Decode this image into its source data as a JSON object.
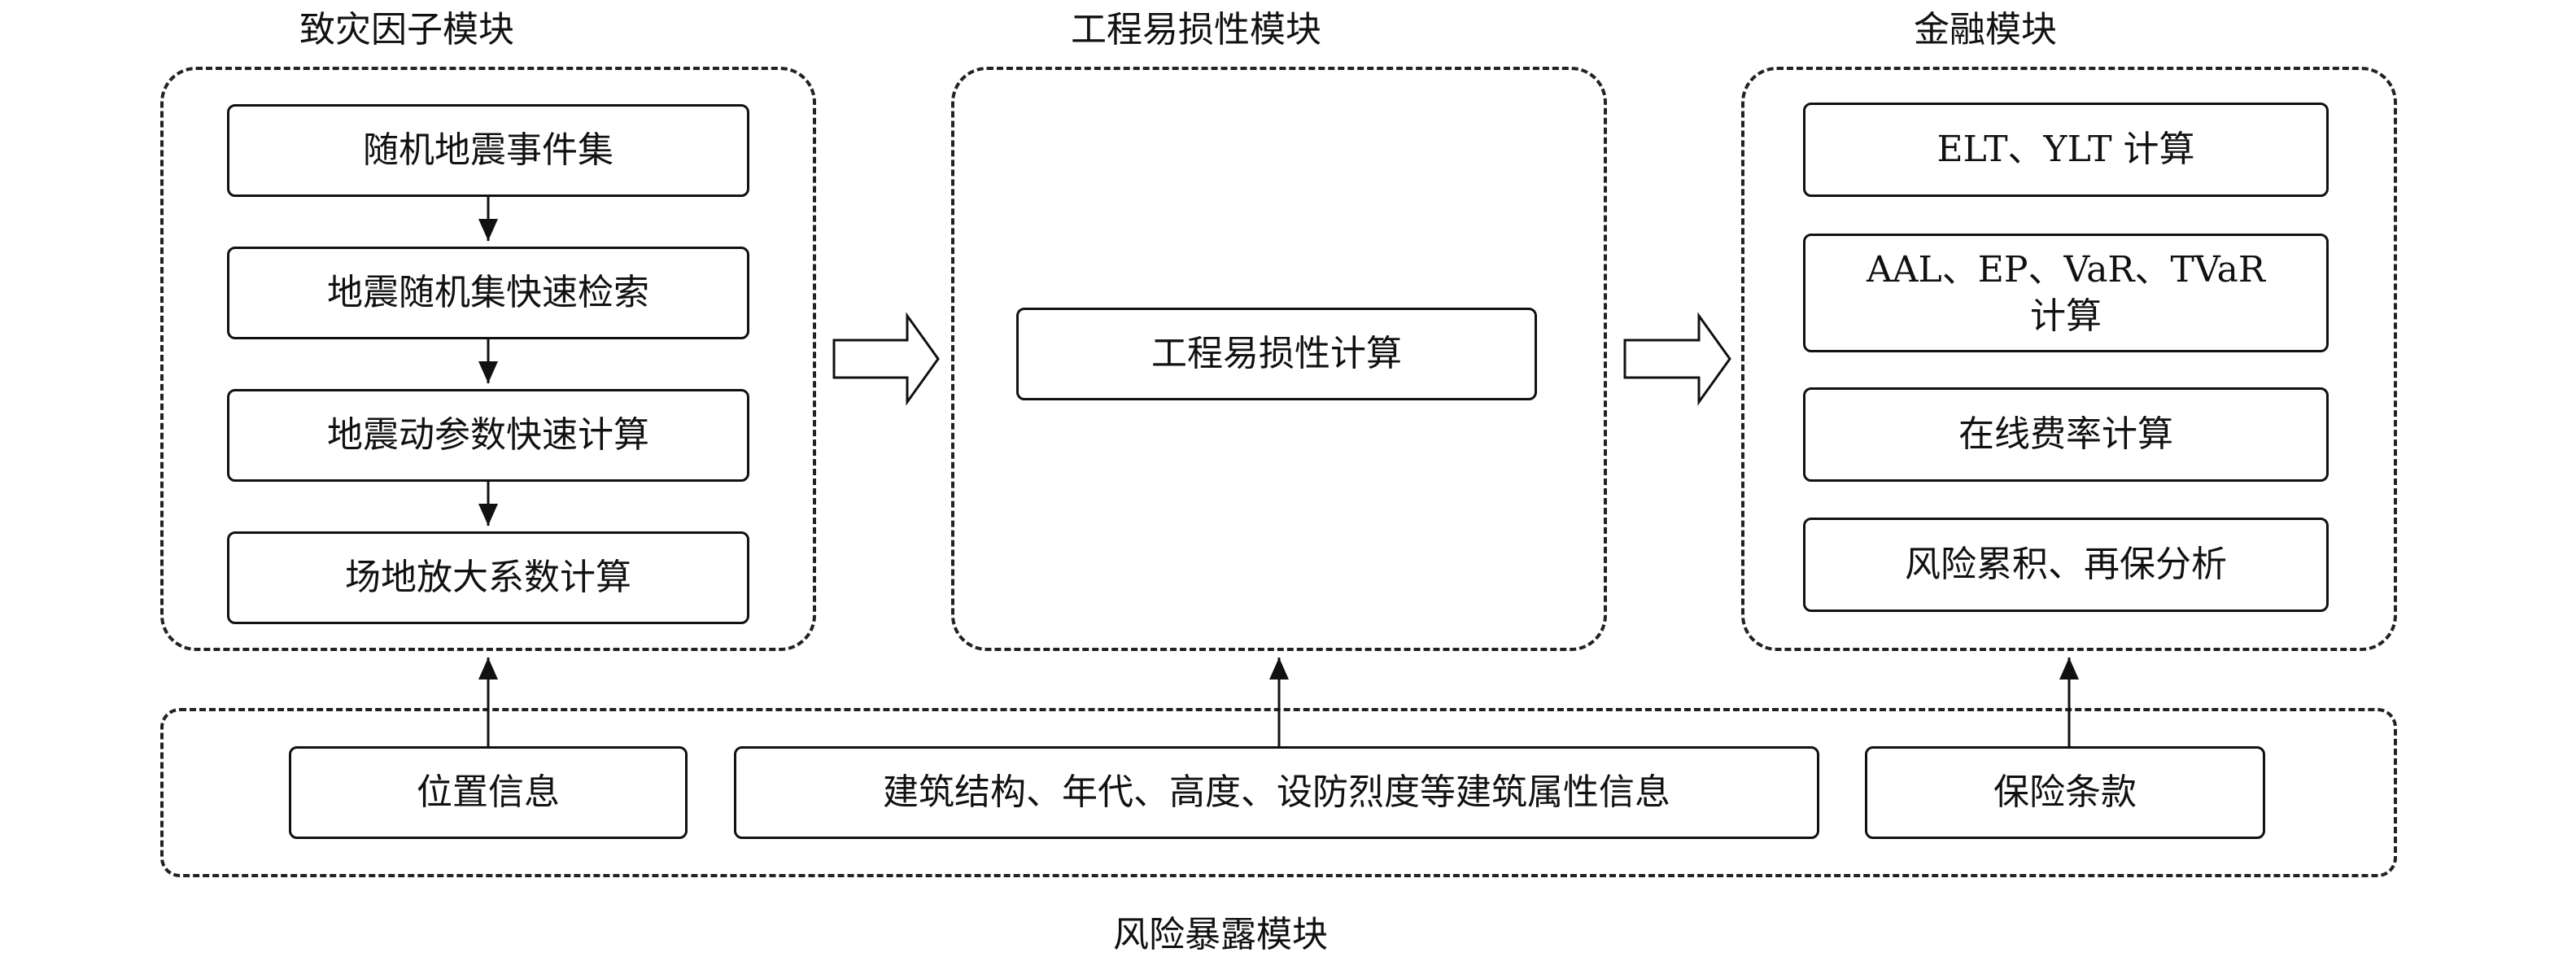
{
  "modules": {
    "hazard": {
      "title": "致灾因子模块",
      "steps": [
        "随机地震事件集",
        "地震随机集快速检索",
        "地震动参数快速计算",
        "场地放大系数计算"
      ]
    },
    "vulnerability": {
      "title": "工程易损性模块",
      "steps": [
        "工程易损性计算"
      ]
    },
    "finance": {
      "title": "金融模块",
      "steps": [
        "ELT、YLT 计算",
        "AAL、EP、VaR、TVaR\n计算",
        "在线费率计算",
        "风险累积、再保分析"
      ]
    },
    "exposure": {
      "title": "风险暴露模块",
      "items": [
        "位置信息",
        "建筑结构、年代、高度、设防烈度等建筑属性信息",
        "保险条款"
      ]
    }
  }
}
